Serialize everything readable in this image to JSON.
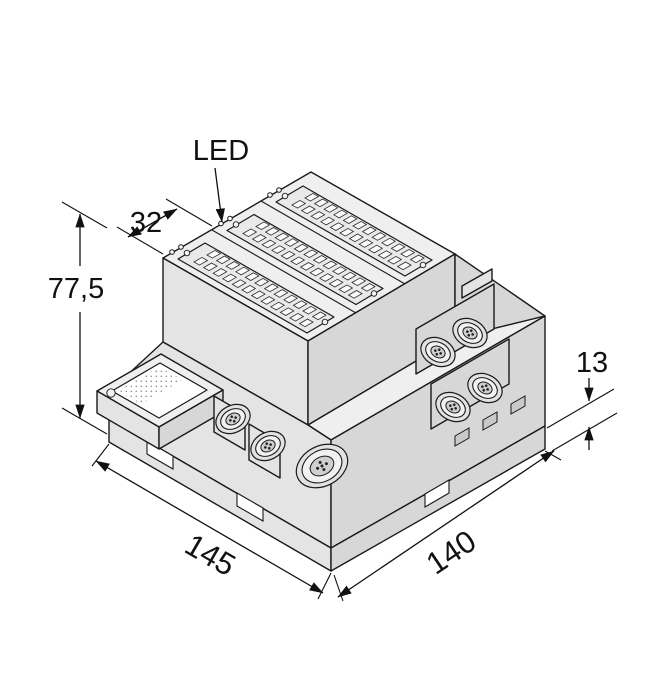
{
  "figure": {
    "annotations": {
      "led": "LED",
      "module_width_mm": "32",
      "height_mm": "77,5",
      "rail_height_mm": "13",
      "width_mm": "145",
      "depth_mm": "140"
    },
    "colors": {
      "background": "#ffffff",
      "line": "#1a1a1a",
      "face_light": "#efefef",
      "face_mid": "#e4e4e4",
      "face_dark": "#d7d7d7"
    }
  }
}
